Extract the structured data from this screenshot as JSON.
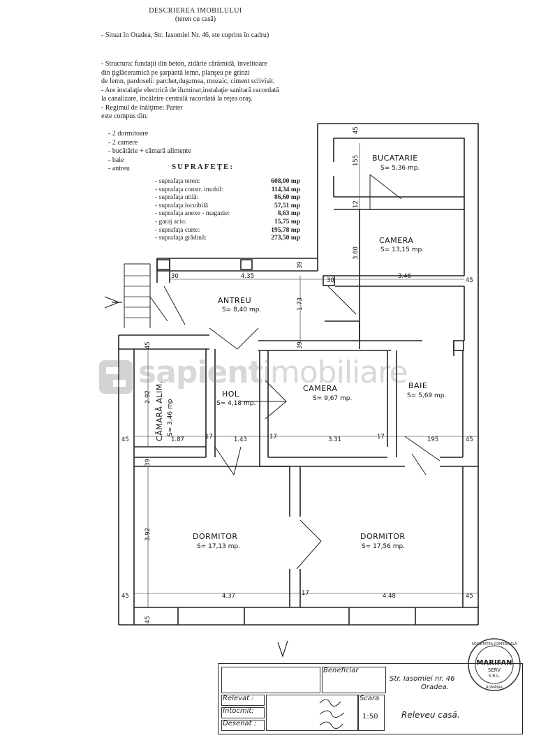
{
  "header": {
    "title": "DESCRIEREA IMOBILULUI",
    "subtitle": "(teren cu casă)"
  },
  "location": "- Situat în Oradea, Str. Iasomiei Nr. 46, ste cuprins în cadru)",
  "structure_lines": [
    "- Structura:  fundaţii din beton, zidărie cărămidă, învelitoare",
    "  din ţiglăceramică pe şarpantă lemn, planşeu pe grinzi",
    "  de lemn, pardoseli: parchet,duşumea, mozaic, ciment sclivisit.",
    "- Are instalaţie electrică de iluminat,instalaţie sanitară racordată",
    "  la canalizare, încălzire centrală racordată la reţea oraş.",
    "- Regimul de înălţime: Parter",
    "           este compus din:"
  ],
  "rooms": [
    "- 2 dormitoare",
    "- 2 camere",
    "- bucătărie + cămară alimente",
    "- baie",
    "- antreu"
  ],
  "surfaces": {
    "title": "SUPRAFEŢE:",
    "rows": [
      {
        "label": "- suprafaţa teren:",
        "value": "608,00 mp"
      },
      {
        "label": "- suprafaţa constr. imobil:",
        "value": "114,34 mp"
      },
      {
        "label": "- suprafaţa utilă:",
        "value": "86,60 mp"
      },
      {
        "label": "- suprafaţa locuibilă",
        "value": "57,51 mp"
      },
      {
        "label": "- suprafaţa anexe - magazie:",
        "value": "8,63 mp"
      },
      {
        "label": "              - garaj acio:",
        "value": "15,75 mp"
      },
      {
        "label": "- suprafaţa curte:",
        "value": "195,78 mp"
      },
      {
        "label": "- suprafaţa grădină:",
        "value": "273,50 mp"
      }
    ]
  },
  "plan": {
    "rooms": [
      {
        "name": "BUCATARIE",
        "area": "S= 5,36 mp."
      },
      {
        "name": "CAMERA",
        "area": "S= 13,15 mp."
      },
      {
        "name": "ANTREU",
        "area": "S= 8,40 mp."
      },
      {
        "name": "HOL",
        "area": "S= 4,18 mp."
      },
      {
        "name": "CAMERA",
        "area": "S= 9,67 mp."
      },
      {
        "name": "BAIE",
        "area": "S= 5,69 mp."
      },
      {
        "name": "CĂMARĂ ALIM.",
        "area": "S= 3,46 mp"
      },
      {
        "name": "DORMITOR",
        "area": "S= 17,13 mp."
      },
      {
        "name": "DORMITOR",
        "area": "S= 17,56 mp."
      }
    ],
    "dims": [
      "45",
      "155",
      "12",
      "3.80",
      "30",
      "4.35",
      "39",
      "30",
      "3.46",
      "45",
      "1.73",
      "39",
      "45",
      "2.92",
      "45",
      "1.87",
      "17",
      "1.43",
      "17",
      "3.31",
      "17",
      "195",
      "45",
      "39",
      "3.92",
      "45",
      "4.37",
      "17",
      "4.48",
      "45",
      "45"
    ]
  },
  "watermark": {
    "text_bold": "sapient",
    "text_light": "imobiliare"
  },
  "title_block": {
    "beneficiar": "Beneficiar",
    "address": "Str. Iasomiei nr. 46",
    "city": "Oradea.",
    "releveu": "Releveu casă.",
    "relevat": "Relevat :",
    "intocmit": "Intocmit:",
    "desenat": "Desenat :",
    "scara": "Scara",
    "scale": "1:50"
  },
  "stamp": {
    "company": "SOCIETATEA COMERCIALĂ",
    "name": "MARIFAN",
    "sub": "SERV",
    "srl": "S.R.L.",
    "country": "ROMÂNIA"
  }
}
